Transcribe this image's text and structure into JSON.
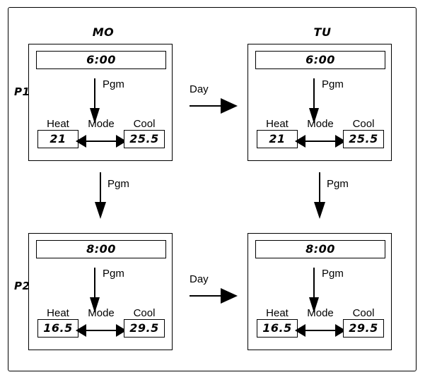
{
  "diagram": {
    "row_labels": [
      {
        "id": "p1",
        "label": "P1"
      },
      {
        "id": "p2",
        "label": "P2"
      }
    ],
    "column_headers": [
      {
        "id": "mo",
        "label": "MO"
      },
      {
        "id": "tu",
        "label": "TU"
      }
    ],
    "panels": [
      {
        "id": "p1-mo",
        "time": "6:00",
        "pgm_label": "Pgm",
        "mode_label": "Mode",
        "heat_label": "Heat",
        "heat_value": "21",
        "cool_label": "Cool",
        "cool_value": "25.5"
      },
      {
        "id": "p1-tu",
        "time": "6:00",
        "pgm_label": "Pgm",
        "mode_label": "Mode",
        "heat_label": "Heat",
        "heat_value": "21",
        "cool_label": "Cool",
        "cool_value": "25.5"
      },
      {
        "id": "p2-mo",
        "time": "8:00",
        "pgm_label": "Pgm",
        "mode_label": "Mode",
        "heat_label": "Heat",
        "heat_value": "16.5",
        "cool_label": "Cool",
        "cool_value": "29.5"
      },
      {
        "id": "p2-tu",
        "time": "8:00",
        "pgm_label": "Pgm",
        "mode_label": "Mode",
        "heat_label": "Heat",
        "heat_value": "16.5",
        "cool_label": "Cool",
        "cool_value": "29.5"
      }
    ],
    "connectors": {
      "day_top": "Day",
      "day_bottom": "Day",
      "pgm_left": "Pgm",
      "pgm_right": "Pgm"
    },
    "colors": {
      "ink": "#000000",
      "background": "#ffffff"
    }
  }
}
